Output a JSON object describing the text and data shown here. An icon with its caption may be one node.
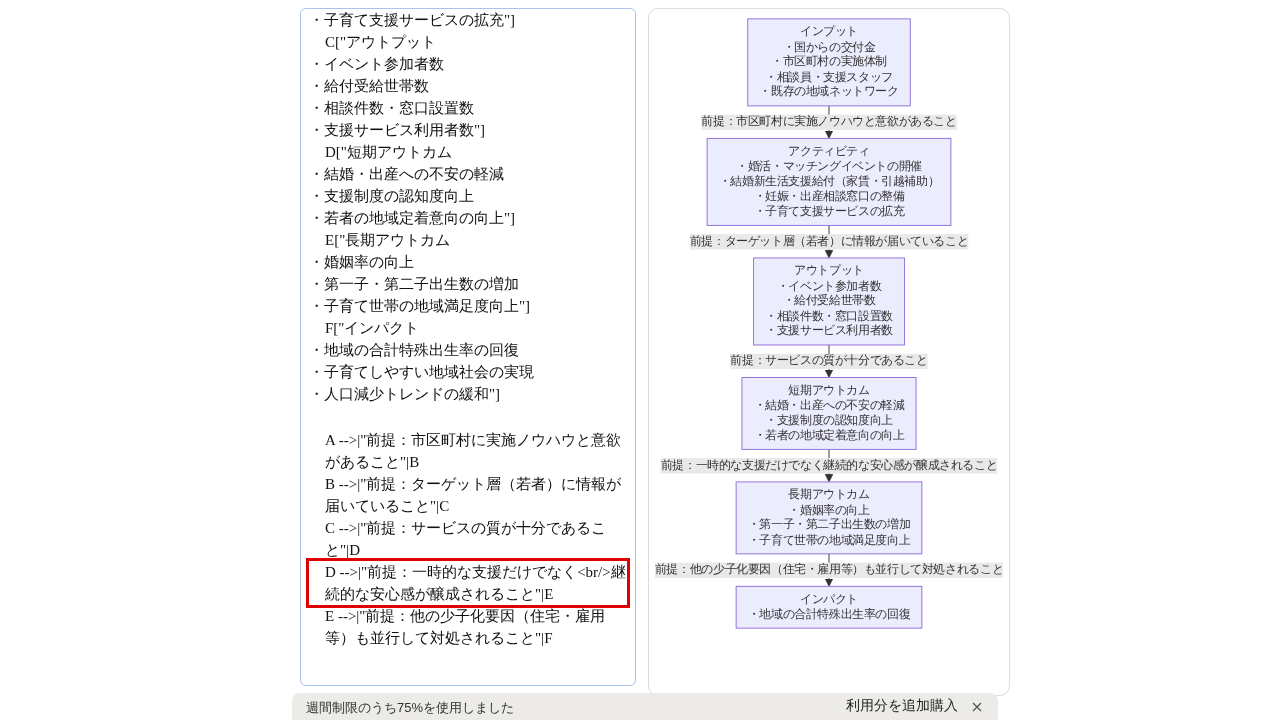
{
  "diagram": {
    "nodes": [
      {
        "text": [
          "インプット",
          "・国からの交付金",
          "・市区町村の実施体制",
          "・相談員・支援スタッフ",
          "・既存の地域ネットワーク"
        ]
      },
      {
        "text": [
          "アクティビティ",
          "・婚活・マッチングイベントの開催",
          "・結婚新生活支援給付（家賃・引越補助）",
          "・妊娠・出産相談窓口の整備",
          "・子育て支援サービスの拡充"
        ]
      },
      {
        "text": [
          "アウトプット",
          "・イベント参加者数",
          "・給付受給世帯数",
          "・相談件数・窓口設置数",
          "・支援サービス利用者数"
        ]
      },
      {
        "text": [
          "短期アウトカム",
          "・結婚・出産への不安の軽減",
          "・支援制度の認知度向上",
          "・若者の地域定着意向の向上"
        ]
      },
      {
        "text": [
          "長期アウトカム",
          "・婚姻率の向上",
          "・第一子・第二子出生数の増加",
          "・子育て世帯の地域満足度向上"
        ]
      },
      {
        "text": [
          "インパクト",
          "・地域の合計特殊出生率の回復"
        ]
      }
    ],
    "edges": [
      {
        "from": 0,
        "to": 1,
        "arrow": "to",
        "label": "前提：市区町村に実施ノウハウと意欲があること"
      },
      {
        "from": 1,
        "to": 2,
        "arrow": "to",
        "label": "前提：ターゲット層（若者）に情報が届いていること"
      },
      {
        "from": 2,
        "to": 3,
        "arrow": "to",
        "label": "前提：サービスの質が十分であること"
      },
      {
        "from": 3,
        "to": 4,
        "arrow": "to",
        "label": "前提：一時的な支援だけでなく継続的な安心感が醸成されること"
      },
      {
        "from": 4,
        "to": 5,
        "arrow": "to",
        "label": "前提：他の少子化要因（住宅・雇用等）も並行して対処されること"
      }
    ],
    "labels": [
      "・子育て支援サービスの拡充\"]",
      "C[\"アウトプット",
      "・イベント参加者数",
      "・給付受給世帯数",
      "・相談件数・窓口設置数",
      "・支援サービス利用者数\"]",
      "D[\"短期アウトカム",
      "・結婚・出産への不安の軽減",
      "・支援制度の認知度向上",
      "・若者の地域定着意向の向上\"]",
      "E[\"長期アウトカム",
      "・婚姻率の向上",
      "・第一子・第二子出生数の増加",
      "・子育て世帯の地域満足度向上\"]",
      "F[\"インパクト",
      "・地域の合計特殊出生率の回復",
      "・子育てしやすい地域社会の実現",
      "・人口減少トレンドの緩和\"]",
      "A -->|\"前提：市区町村に実施ノウハウと意欲があること\"|B",
      "B -->|\"前提：ターゲット層（若者）に情報が届いていること\"|C",
      "C -->|\"前提：サービスの質が十分であること\"|D",
      "D -->|\"前提：一時的な支援だけでなく<br/>継続的な安心感が醸成されること\"|E",
      "E -->|\"前提：他の少子化要因（住宅・雇用等）も並行して対処されること\"|F",
      "週間制限のうち75%を使用しました",
      "利用分を追加購入"
    ]
  }
}
